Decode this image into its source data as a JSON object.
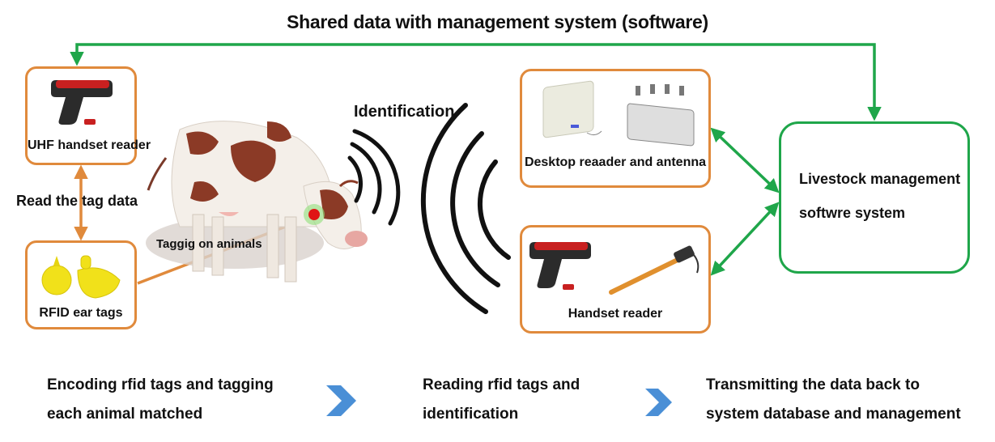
{
  "title": "Shared data with management system (software)",
  "boxes": {
    "uhf_handset_reader": "UHF handset reader",
    "rfid_ear_tags": "RFID ear tags",
    "desktop_reader": "Desktop reaader and antenna",
    "handset_reader": "Handset reader",
    "management_line1": "Livestock management",
    "management_line2": "softwre system"
  },
  "labels": {
    "read_tag_data": "Read the tag data",
    "tagging": "Taggig on animals",
    "identification": "Identification"
  },
  "steps": {
    "step1_line1": "Encoding rfid tags and tagging",
    "step1_line2": "each animal matched",
    "step2_line1": "Reading rfid tags and",
    "step2_line2": "identification",
    "step3_line1": "Transmitting the data back to",
    "step3_line2": "system database and management"
  },
  "colors": {
    "orange": "#e08a3c",
    "green": "#1fa64a",
    "chevron": "#4a8fd6"
  }
}
